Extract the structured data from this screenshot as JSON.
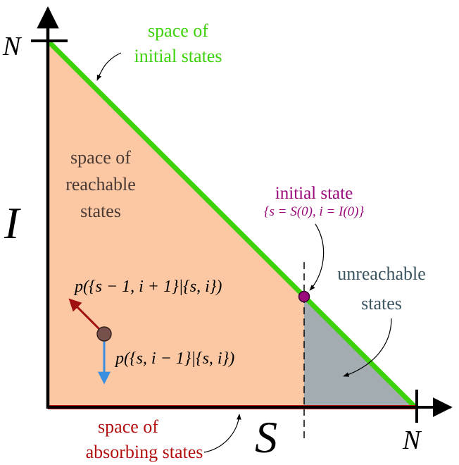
{
  "axes": {
    "y_label": "I",
    "x_label": "S",
    "y_max_label": "N",
    "x_max_label": "N"
  },
  "regions": {
    "initial_states": {
      "line1": "space of",
      "line2": "initial states",
      "color": "#3dd10a"
    },
    "reachable_states": {
      "line1": "space of",
      "line2": "reachable",
      "line3": "states",
      "fill": "#fcc8a4"
    },
    "absorbing_states": {
      "line1": "space of",
      "line2": "absorbing states",
      "color": "#b30f0f"
    },
    "unreachable_states": {
      "line1": "unreachable",
      "line2": "states",
      "fill": "#a3adb1",
      "text_color": "#3b5561"
    }
  },
  "initial_state": {
    "title": "initial state",
    "formula": "{s = S(0), i = I(0)}",
    "color": "#9a0a7a"
  },
  "transitions": {
    "infection": {
      "label": "p({s − 1, i + 1}|{s, i})",
      "color": "#a01010"
    },
    "recovery": {
      "label": "p({s, i − 1}|{s, i})",
      "color": "#3b8fe0"
    }
  },
  "current_state_color": "#76504a"
}
